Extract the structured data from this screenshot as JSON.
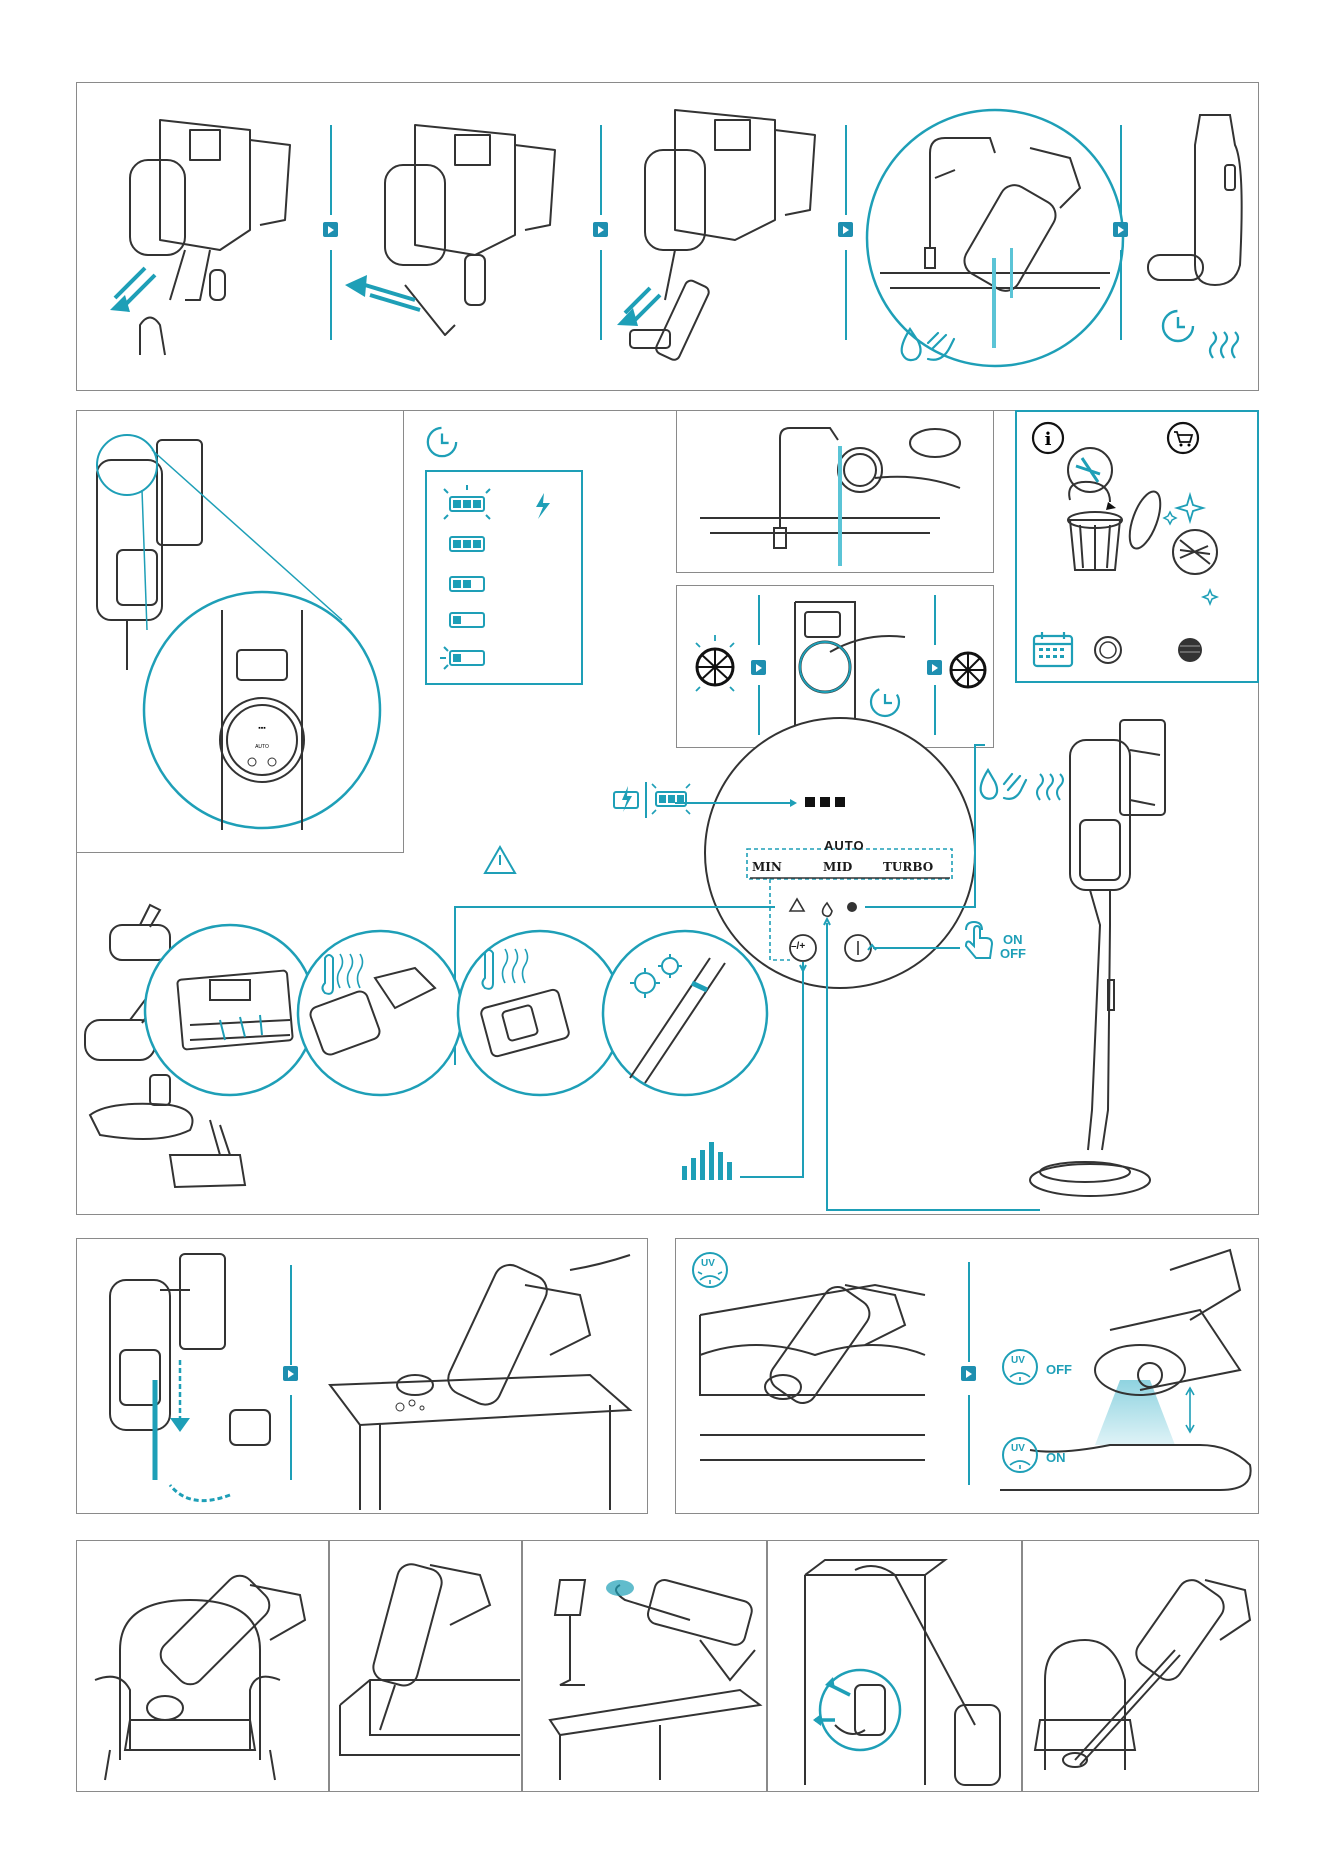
{
  "control_panel": {
    "mode_title": "AUTO",
    "modes": [
      "MIN",
      "MID",
      "TURBO"
    ],
    "power_label_on": "ON",
    "power_label_off": "OFF",
    "minus_plus": "–/+"
  },
  "uv": {
    "badge": "UV",
    "off_label": "OFF",
    "on_label": "ON"
  },
  "colors": {
    "accent": "#1e9fb7",
    "outline": "#8a8a8a"
  },
  "icons": [
    "drop-hand-icon",
    "clock-icon",
    "steam-icon",
    "lightning-icon",
    "battery-icon",
    "warning-icon",
    "info-icon",
    "cart-icon",
    "calendar-icon",
    "trash-icon",
    "sparkle-icon",
    "thermometer-icon",
    "gear-icon",
    "touch-icon",
    "power-icon",
    "bar-level-icon"
  ]
}
